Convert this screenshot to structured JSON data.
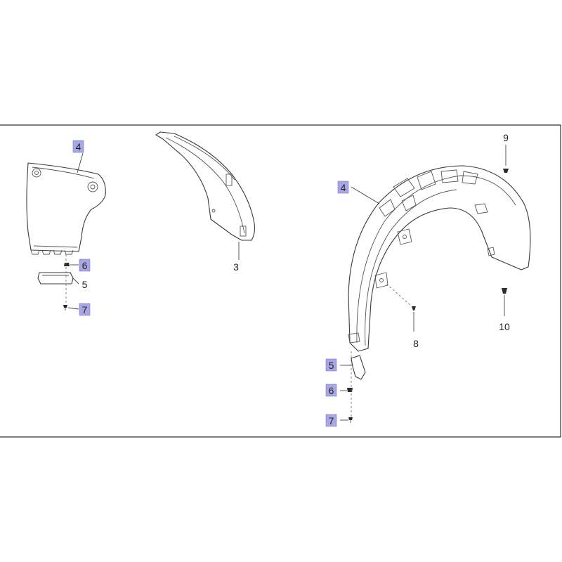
{
  "diagram": {
    "highlight_color": "#a9a6e6",
    "left_assembly": {
      "callouts": [
        {
          "label": "4",
          "highlighted": true
        },
        {
          "label": "6",
          "highlighted": true
        },
        {
          "label": "5",
          "highlighted": false
        },
        {
          "label": "7",
          "highlighted": true
        }
      ]
    },
    "middle_part": {
      "callouts": [
        {
          "label": "3",
          "highlighted": false
        }
      ]
    },
    "right_assembly": {
      "callouts": [
        {
          "label": "9",
          "highlighted": false
        },
        {
          "label": "4",
          "highlighted": true
        },
        {
          "label": "8",
          "highlighted": false
        },
        {
          "label": "10",
          "highlighted": false
        },
        {
          "label": "5",
          "highlighted": true
        },
        {
          "label": "6",
          "highlighted": true
        },
        {
          "label": "7",
          "highlighted": true
        }
      ]
    }
  }
}
